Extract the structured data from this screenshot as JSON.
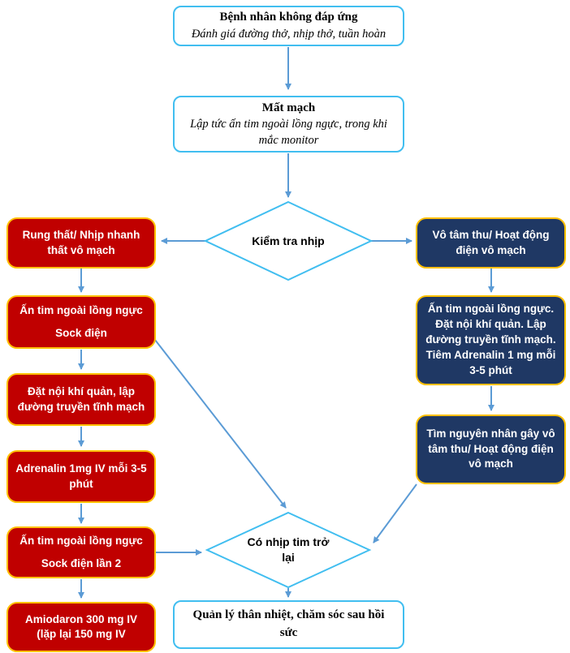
{
  "colors": {
    "red_fill": "#C00000",
    "navy_fill": "#1F3864",
    "gold_border": "#FFC000",
    "cyan_border": "#41BEF0",
    "arrow_blue": "#5B9BD5"
  },
  "nodes": {
    "start": {
      "title": "Bệnh nhân không đáp ứng",
      "subtitle": "Đánh giá đường thở, nhịp thở, tuần hoàn"
    },
    "pulseless": {
      "title": "Mất mạch",
      "subtitle": "Lập tức ấn tim ngoài lồng ngực, trong khi mắc monitor"
    },
    "check_rhythm": {
      "label": "Kiểm tra nhịp"
    },
    "vf_vt": {
      "label": "Rung thất/ Nhịp nhanh thất vô mạch"
    },
    "asystole_pea": {
      "label": "Vô tâm thu/ Hoạt động điện vô mạch"
    },
    "left_cpr_shock": {
      "line1": "Ấn tim ngoài lồng ngực",
      "line2": "Sock điện"
    },
    "left_intubation": {
      "label": "Đặt nội khí quản, lập đường truyền tĩnh mạch"
    },
    "left_adrenalin": {
      "label": "Adrenalin 1mg IV mỗi 3-5 phút"
    },
    "left_cpr_shock2": {
      "line1": "Ấn tim ngoài lồng ngực",
      "line2": "Sock điện lần 2"
    },
    "left_amiodaron": {
      "label": "Amiodaron 300 mg IV (lặp lại 150 mg IV"
    },
    "right_cpr_bundle": {
      "label": "Ấn tim ngoài lồng ngực. Đặt nội khí quản. Lập đường truyền tĩnh mạch. Tiêm Adrenalin 1 mg mỗi 3-5 phút"
    },
    "right_find_cause": {
      "label": "Tìm nguyên nhân gây vô tâm thu/ Hoạt động điện vô mạch"
    },
    "rosc_check": {
      "label": "Có nhịp tim trở lại"
    },
    "post_resus_care": {
      "label": "Quản lý thân nhiệt, chăm sóc sau hồi sức"
    }
  }
}
